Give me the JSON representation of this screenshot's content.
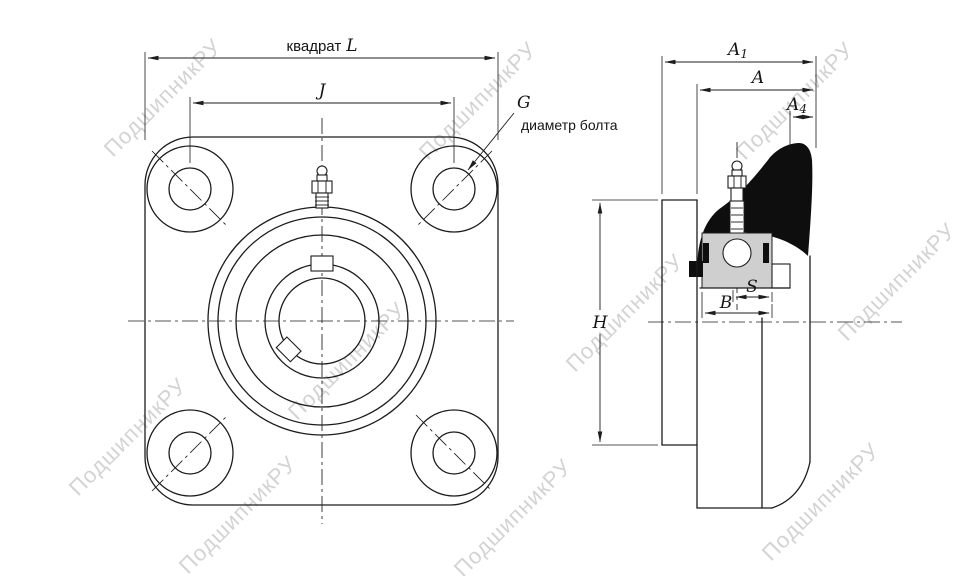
{
  "watermark": {
    "text": "ПодшипникРУ"
  },
  "front_view": {
    "square_dim": {
      "word": "квадрат",
      "letter": "L"
    },
    "j_dim": "J",
    "bolt_callout": {
      "letter": "G",
      "text": "диаметр болта"
    }
  },
  "side_view": {
    "a1": {
      "letter": "A",
      "sub": "1"
    },
    "a": "A",
    "a4": {
      "letter": "A",
      "sub": "4"
    },
    "h": "H",
    "s": "S",
    "b": "B"
  },
  "colors": {
    "background": "#ffffff",
    "line": "#1c1c1c",
    "section_black": "#0e0e0e",
    "insert_gray": "#cfcfcf",
    "watermark": "#9e9e9e"
  }
}
